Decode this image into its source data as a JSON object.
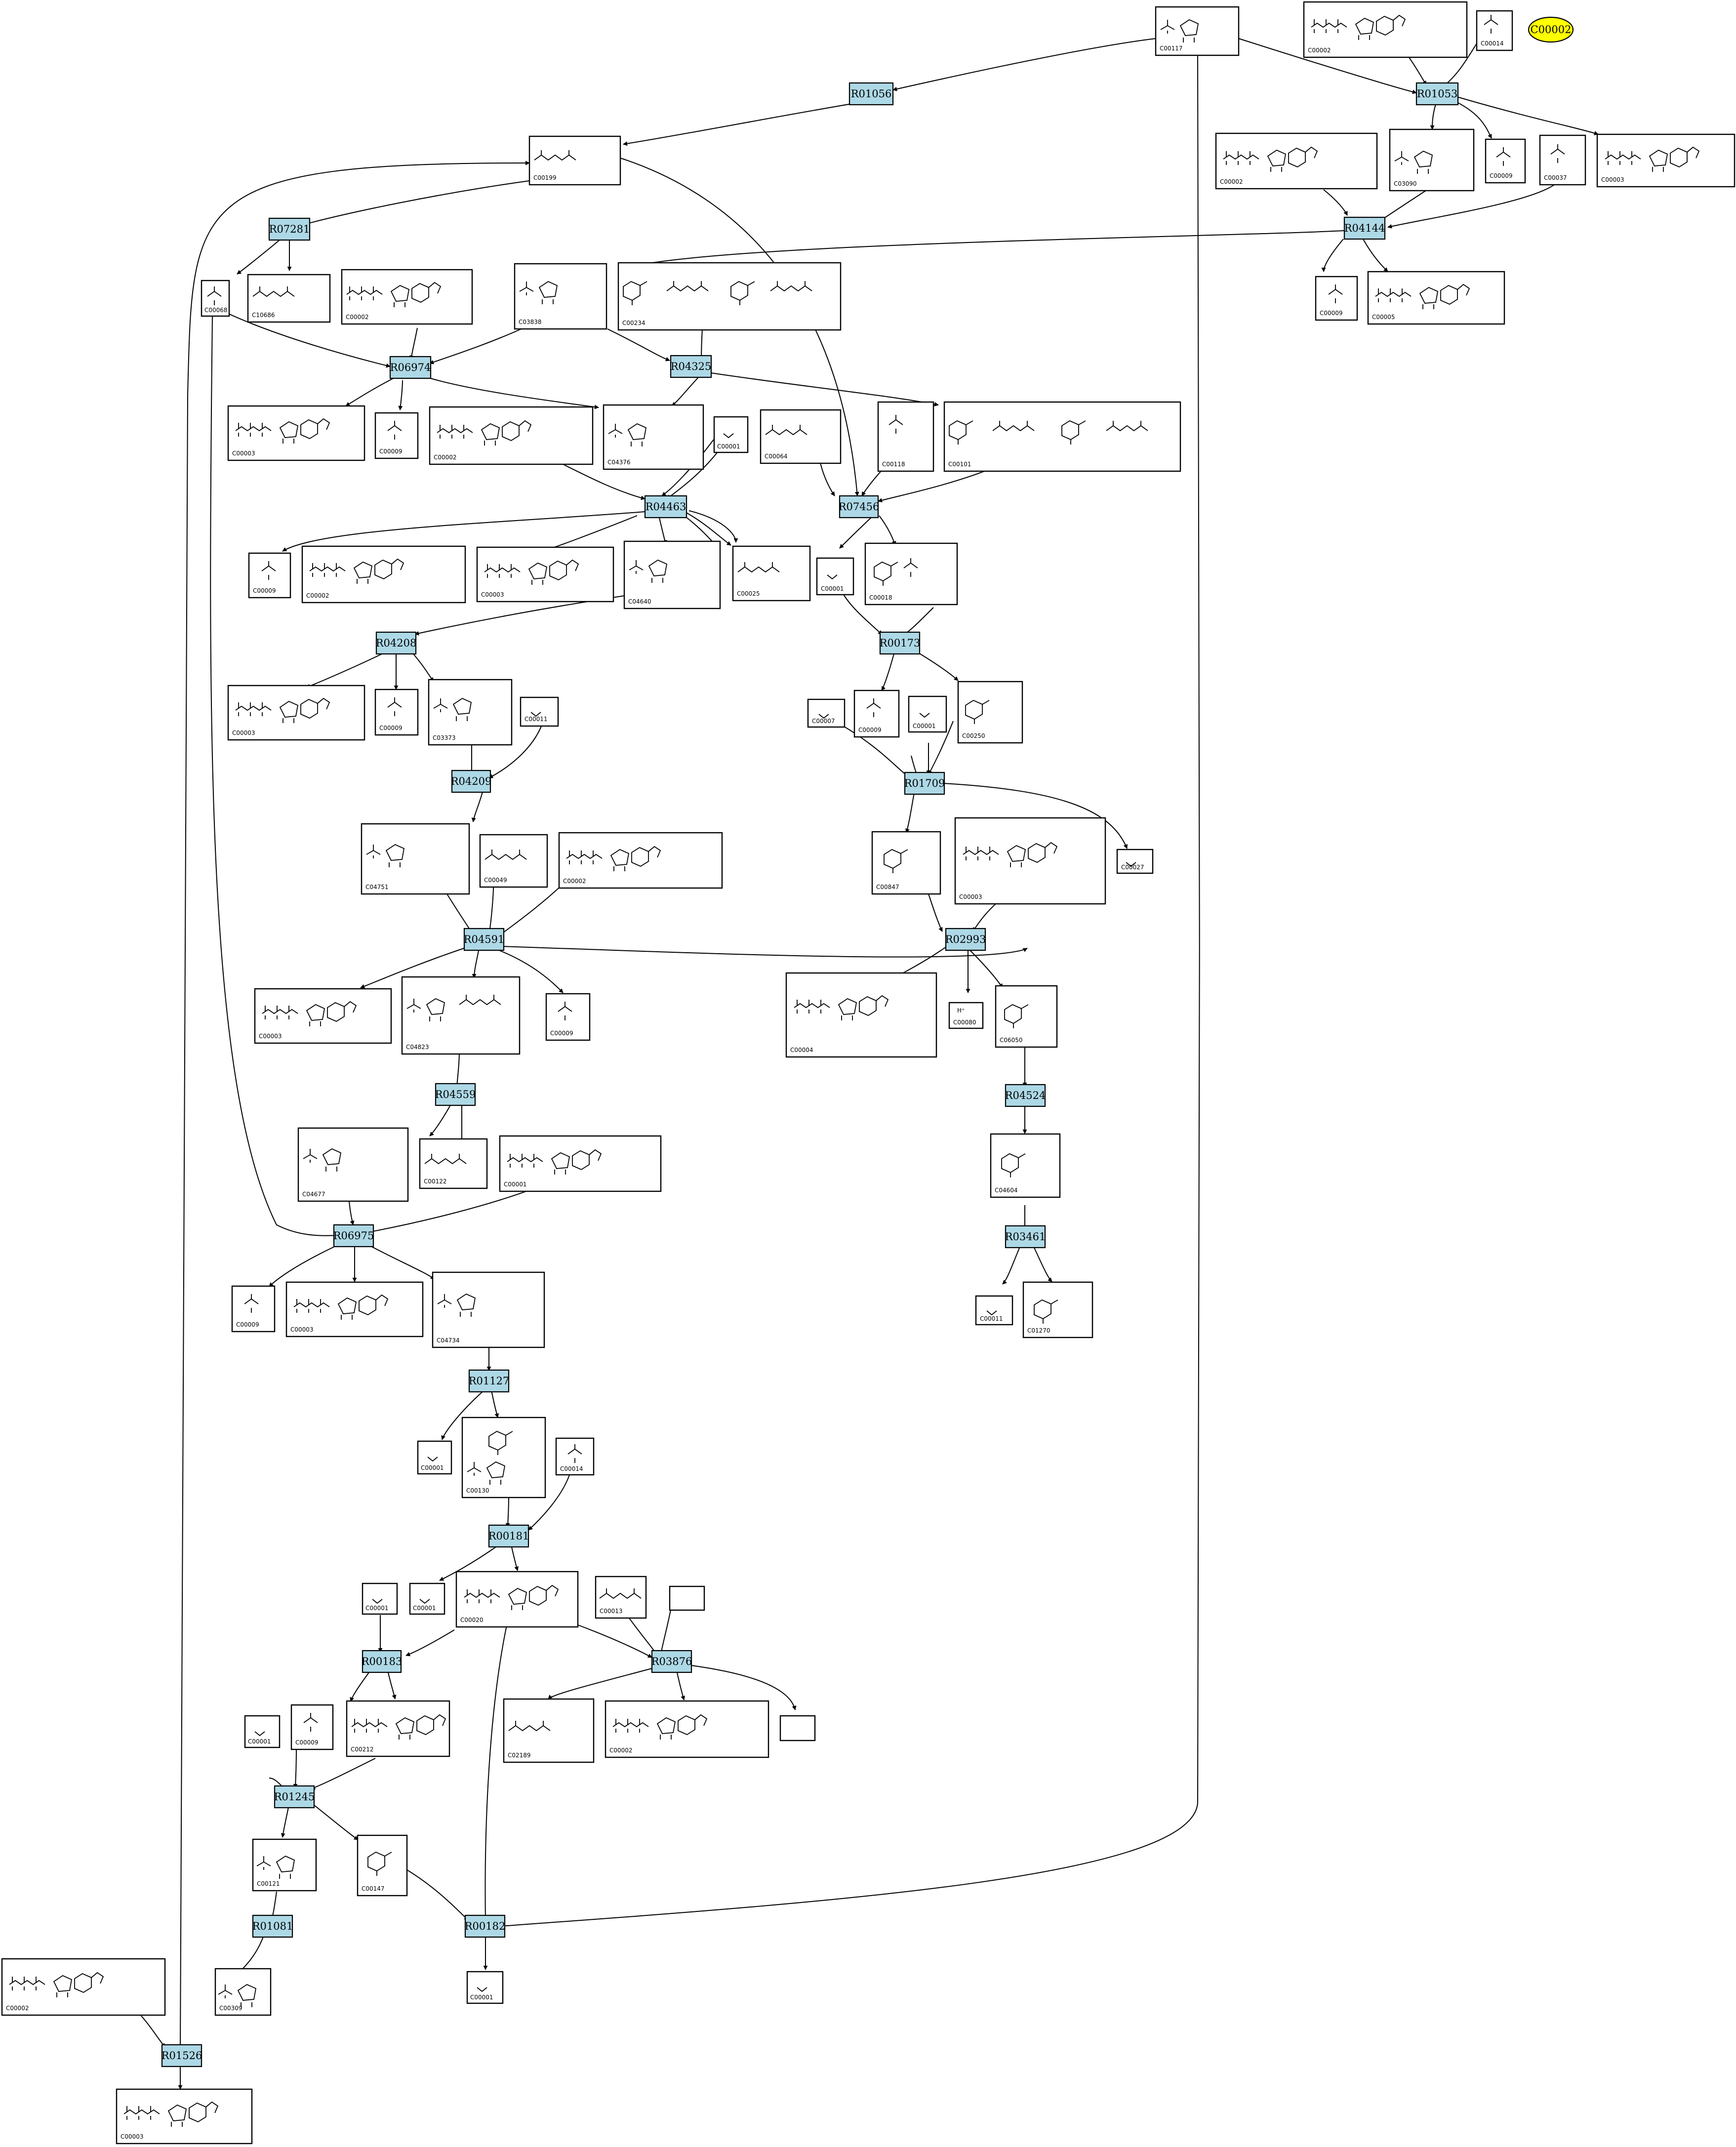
{
  "highlight": {
    "id": "C00002",
    "label": "C00002",
    "color": "#ffff00"
  },
  "colors": {
    "reaction_fill": "#add8e6",
    "compound_fill": "#ffffff",
    "highlight": "#ffff00"
  },
  "reactions": [
    {
      "id": "R01056",
      "label": "R01056"
    },
    {
      "id": "R01053",
      "label": "R01053"
    },
    {
      "id": "R07281",
      "label": "R07281"
    },
    {
      "id": "R04144",
      "label": "R04144"
    },
    {
      "id": "R06974",
      "label": "R06974"
    },
    {
      "id": "R04325",
      "label": "R04325"
    },
    {
      "id": "R04463",
      "label": "R04463"
    },
    {
      "id": "R07456",
      "label": "R07456"
    },
    {
      "id": "R04208",
      "label": "R04208"
    },
    {
      "id": "R00173",
      "label": "R00173"
    },
    {
      "id": "R04209",
      "label": "R04209"
    },
    {
      "id": "R01709",
      "label": "R01709"
    },
    {
      "id": "R04591",
      "label": "R04591"
    },
    {
      "id": "R02993",
      "label": "R02993"
    },
    {
      "id": "R04559",
      "label": "R04559"
    },
    {
      "id": "R04524",
      "label": "R04524"
    },
    {
      "id": "R06975",
      "label": "R06975"
    },
    {
      "id": "R03461",
      "label": "R03461"
    },
    {
      "id": "R01127",
      "label": "R01127"
    },
    {
      "id": "R00181",
      "label": "R00181"
    },
    {
      "id": "R00183",
      "label": "R00183"
    },
    {
      "id": "R03876",
      "label": "R03876"
    },
    {
      "id": "R01245",
      "label": "R01245"
    },
    {
      "id": "R01081",
      "label": "R01081"
    },
    {
      "id": "R00182",
      "label": "R00182"
    },
    {
      "id": "R01526",
      "label": "R01526"
    }
  ],
  "compounds": [
    {
      "key": "c00117",
      "label": "C00117"
    },
    {
      "key": "c00002_top",
      "label": "C00002"
    },
    {
      "key": "c00014_top",
      "label": "C00014"
    },
    {
      "key": "c00199",
      "label": "C00199"
    },
    {
      "key": "c00002_r01053",
      "label": "C00002"
    },
    {
      "key": "c03090",
      "label": "C03090"
    },
    {
      "key": "c00009_r01053",
      "label": "C00009"
    },
    {
      "key": "c00037",
      "label": "C00037"
    },
    {
      "key": "c00003_top",
      "label": "C00003"
    },
    {
      "key": "c00068",
      "label": "C00068"
    },
    {
      "key": "c10686",
      "label": "C10686"
    },
    {
      "key": "c00002_r06974",
      "label": "C00002"
    },
    {
      "key": "c03838",
      "label": "C03838"
    },
    {
      "key": "c00234",
      "label": "C00234"
    },
    {
      "key": "c00009_r04144",
      "label": "C00009"
    },
    {
      "key": "c00005_r04144",
      "label": "C00005"
    },
    {
      "key": "c00003_r06974",
      "label": "C00003"
    },
    {
      "key": "c00009_r06974",
      "label": "C00009"
    },
    {
      "key": "c00002_r04463",
      "label": "C00002"
    },
    {
      "key": "c04376",
      "label": "C04376"
    },
    {
      "key": "c00001_r04463",
      "label": "C00001"
    },
    {
      "key": "c00064",
      "label": "C00064"
    },
    {
      "key": "c00118",
      "label": "C00118"
    },
    {
      "key": "c00101",
      "label": "C00101"
    },
    {
      "key": "c00009_r04463",
      "label": "C00009"
    },
    {
      "key": "c00002_r04208",
      "label": "C00002"
    },
    {
      "key": "c00003_r04463",
      "label": "C00003"
    },
    {
      "key": "c04640",
      "label": "C04640"
    },
    {
      "key": "c00025",
      "label": "C00025"
    },
    {
      "key": "c00001_r00173",
      "label": "C00001"
    },
    {
      "key": "c00018",
      "label": "C00018"
    },
    {
      "key": "c00003_r04208",
      "label": "C00003"
    },
    {
      "key": "c00009_r04208",
      "label": "C00009"
    },
    {
      "key": "c03373",
      "label": "C03373"
    },
    {
      "key": "c00011_r04209",
      "label": "C00011"
    },
    {
      "key": "c00007",
      "label": "C00007"
    },
    {
      "key": "c00009_r00173",
      "label": "C00009"
    },
    {
      "key": "c00001_r01709",
      "label": "C00001"
    },
    {
      "key": "c00250",
      "label": "C00250"
    },
    {
      "key": "c04751",
      "label": "C04751"
    },
    {
      "key": "c00049",
      "label": "C00049"
    },
    {
      "key": "c00002_r04591",
      "label": "C00002"
    },
    {
      "key": "c00847",
      "label": "C00847"
    },
    {
      "key": "c00003_r02993",
      "label": "C00003"
    },
    {
      "key": "c00027",
      "label": "C00027"
    },
    {
      "key": "c00003_r04591",
      "label": "C00003"
    },
    {
      "key": "c04823",
      "label": "C04823"
    },
    {
      "key": "c00009_r04591",
      "label": "C00009"
    },
    {
      "key": "c00004",
      "label": "C00004"
    },
    {
      "key": "c00080",
      "label": "C00080"
    },
    {
      "key": "c06050",
      "label": "C06050"
    },
    {
      "key": "c04677",
      "label": "C04677"
    },
    {
      "key": "c00122",
      "label": "C00122"
    },
    {
      "key": "c00001_r06975",
      "label": "C00001"
    },
    {
      "key": "c04604",
      "label": "C04604"
    },
    {
      "key": "c00009_r06975",
      "label": "C00009"
    },
    {
      "key": "c00003_r06975",
      "label": "C00003"
    },
    {
      "key": "c04734",
      "label": "C04734"
    },
    {
      "key": "c00011_r03461",
      "label": "C00011"
    },
    {
      "key": "c01270",
      "label": "C01270"
    },
    {
      "key": "c00001_r01127",
      "label": "C00001"
    },
    {
      "key": "c00130",
      "label": "C00130"
    },
    {
      "key": "c00014_r00181",
      "label": "C00014"
    },
    {
      "key": "c00001_r00183",
      "label": "C00001"
    },
    {
      "key": "c00001_r00181",
      "label": "C00001"
    },
    {
      "key": "c00020",
      "label": "C00020"
    },
    {
      "key": "c00013",
      "label": "C00013"
    },
    {
      "key": "blank1",
      "label": ""
    },
    {
      "key": "c00009_r00183",
      "label": "C00009"
    },
    {
      "key": "c00212",
      "label": "C00212"
    },
    {
      "key": "c02189",
      "label": "C02189"
    },
    {
      "key": "c00002_r03876",
      "label": "C00002"
    },
    {
      "key": "blank2",
      "label": ""
    },
    {
      "key": "c00001_r01245",
      "label": "C00001"
    },
    {
      "key": "c00121",
      "label": "C00121"
    },
    {
      "key": "c00147",
      "label": "C00147"
    },
    {
      "key": "c00002_r01526",
      "label": "C00002"
    },
    {
      "key": "c00309",
      "label": "C00309"
    },
    {
      "key": "c00001_r00182",
      "label": "C00001"
    },
    {
      "key": "c00003_bottom",
      "label": "C00003"
    }
  ]
}
